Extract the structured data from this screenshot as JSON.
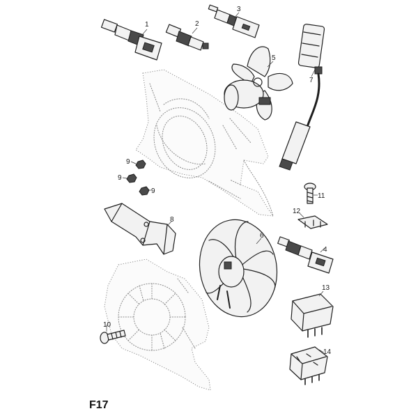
{
  "diagram": {
    "code": "F17",
    "parts": [
      {
        "id": "1",
        "label": "1"
      },
      {
        "id": "2",
        "label": "2"
      },
      {
        "id": "3",
        "label": "3"
      },
      {
        "id": "4",
        "label": "4"
      },
      {
        "id": "5",
        "label": "5"
      },
      {
        "id": "6",
        "label": "6"
      },
      {
        "id": "7",
        "label": "7"
      },
      {
        "id": "8",
        "label": "8"
      },
      {
        "id": "9a",
        "label": "9"
      },
      {
        "id": "9b",
        "label": "9"
      },
      {
        "id": "9c",
        "label": "9"
      },
      {
        "id": "10",
        "label": "10"
      },
      {
        "id": "11",
        "label": "11"
      },
      {
        "id": "12",
        "label": "12"
      },
      {
        "id": "13",
        "label": "13"
      },
      {
        "id": "14",
        "label": "14"
      }
    ]
  }
}
